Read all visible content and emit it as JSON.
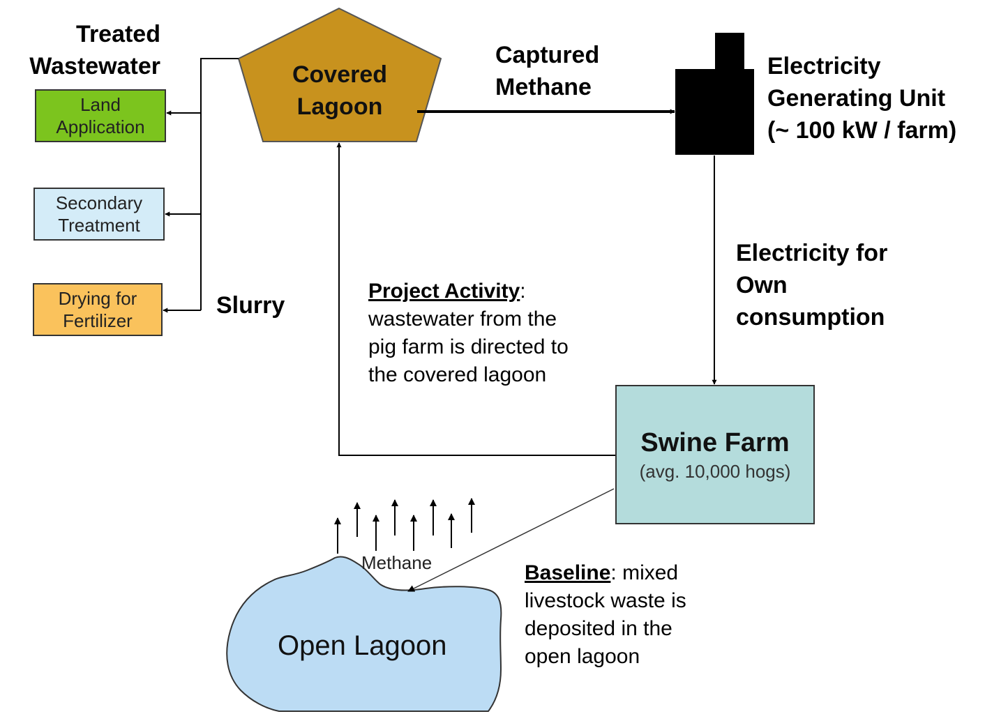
{
  "colors": {
    "covered_lagoon_fill": "#C8921E",
    "land_application_fill": "#7CC41E",
    "secondary_treatment_fill": "#D4ECF8",
    "drying_fill": "#FAC25C",
    "swine_farm_fill": "#B4DCDC",
    "open_lagoon_fill": "#BCDCF4",
    "generator_fill": "#000000"
  },
  "nodes": {
    "covered_lagoon": {
      "line1": "Covered",
      "line2": "Lagoon"
    },
    "land_application": {
      "line1": "Land",
      "line2": "Application"
    },
    "secondary_treatment": {
      "line1": "Secondary",
      "line2": "Treatment"
    },
    "drying_for_fertilizer": {
      "line1": "Drying for",
      "line2": "Fertilizer"
    },
    "swine_farm": {
      "title": "Swine Farm",
      "subtitle": "(avg. 10,000 hogs)"
    },
    "open_lagoon": {
      "label": "Open Lagoon"
    },
    "generator": {
      "line1": "Electricity",
      "line2": "Generating Unit",
      "line3": "(~ 100 kW / farm)"
    }
  },
  "labels": {
    "treated_wastewater": {
      "line1": "Treated",
      "line2": "Wastewater"
    },
    "captured_methane": {
      "line1": "Captured",
      "line2": "Methane"
    },
    "slurry": "Slurry",
    "electricity_own": {
      "line1": "Electricity for",
      "line2": "Own",
      "line3": "consumption"
    },
    "project_activity": {
      "heading": "Project Activity",
      "suffix": ":",
      "line1": "wastewater from the",
      "line2": "pig farm is directed to",
      "line3": "the covered lagoon"
    },
    "methane": "Methane",
    "baseline": {
      "heading": "Baseline",
      "suffix": ": mixed",
      "line2": "livestock waste is",
      "line3": "deposited in the",
      "line4": "open lagoon"
    }
  }
}
